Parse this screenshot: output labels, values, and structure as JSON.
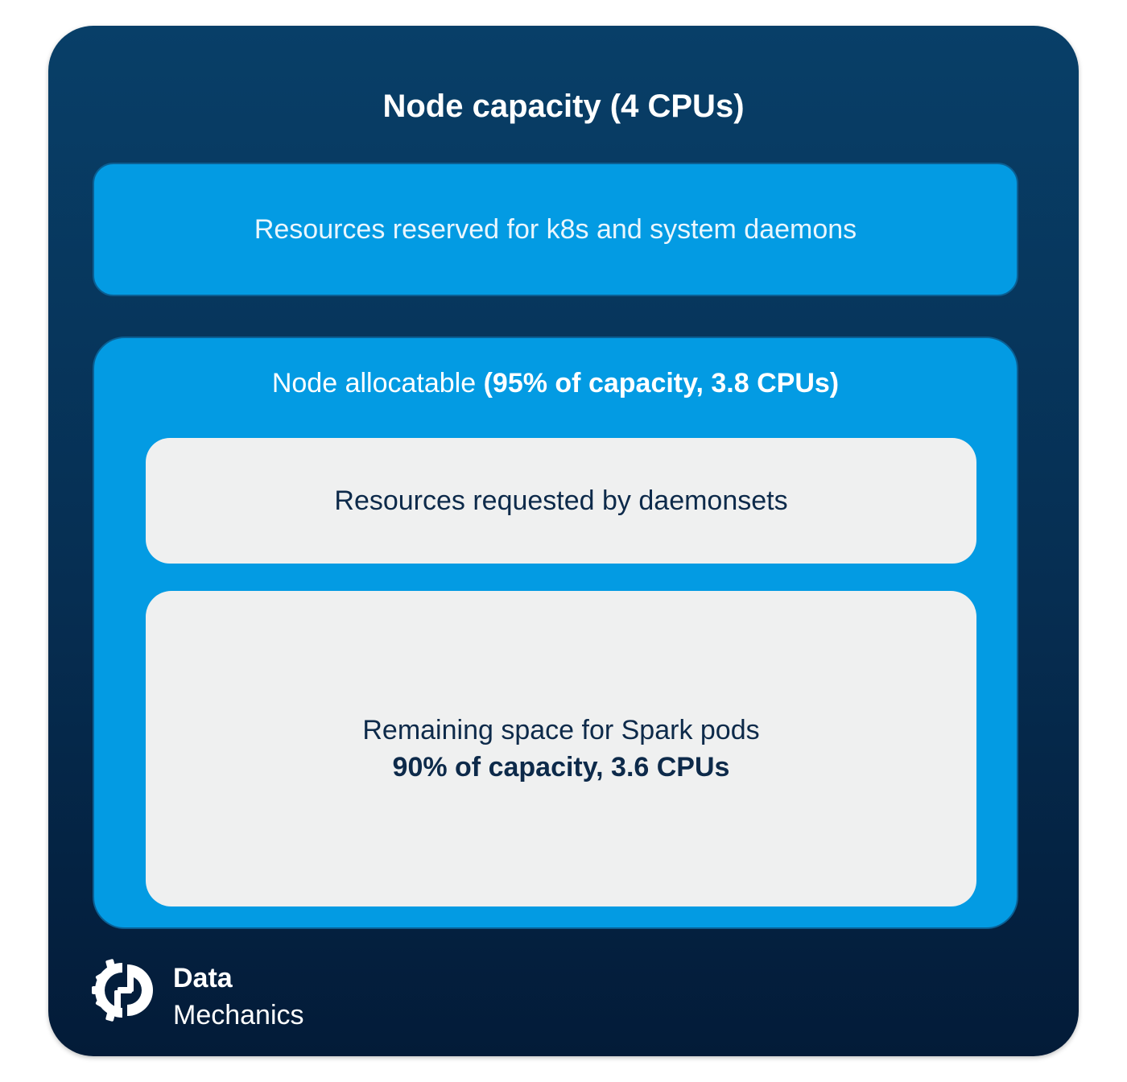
{
  "title": "Node capacity (4 CPUs)",
  "reserved": {
    "label": "Resources reserved for k8s and system daemons"
  },
  "allocatable": {
    "label": "Node allocatable",
    "detail": "(95% of capacity, 3.8 CPUs)"
  },
  "daemonsets": {
    "label": "Resources requested by daemonsets"
  },
  "spark": {
    "label": "Remaining space for Spark pods",
    "detail": "90% of capacity, 3.6 CPUs"
  },
  "brand": {
    "line1": "Data",
    "line2": "Mechanics",
    "icon": "gear-logo-icon"
  },
  "colors": {
    "outer_background": "#062e52",
    "blue_box": "#039be3",
    "light_box": "#eff0f0",
    "dark_text": "#0d2a4a",
    "white_text": "#ffffff"
  }
}
